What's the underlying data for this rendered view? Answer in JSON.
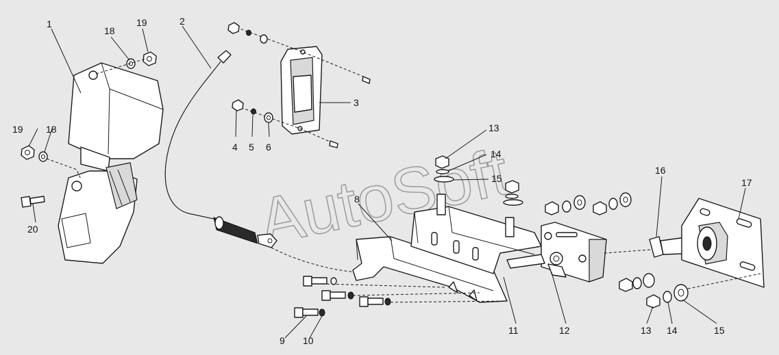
{
  "watermark": "AutoSoft",
  "callouts": {
    "c1": "1",
    "c2": "2",
    "c3": "3",
    "c4": "4",
    "c5": "5",
    "c6": "6",
    "c8": "8",
    "c9": "9",
    "c10": "10",
    "c11": "11",
    "c12": "12",
    "c13a": "13",
    "c14a": "14",
    "c15a": "15",
    "c13b": "13",
    "c14b": "14",
    "c15b": "15",
    "c16": "16",
    "c17": "17",
    "c18a": "18",
    "c19a": "19",
    "c18b": "18",
    "c19b": "19",
    "c20": "20"
  }
}
